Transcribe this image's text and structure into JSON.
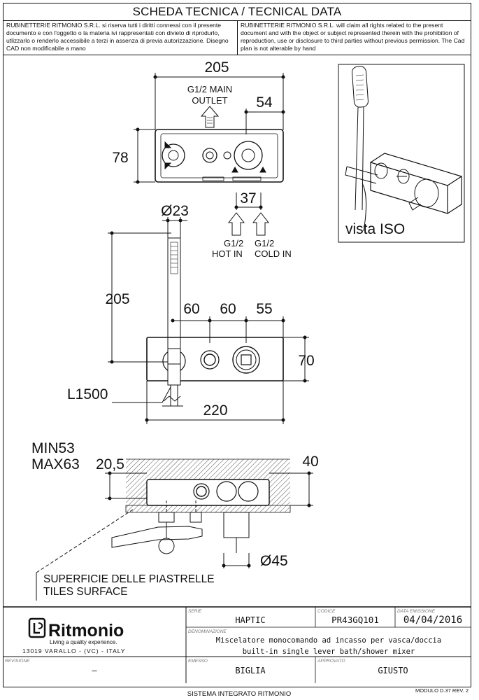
{
  "header": {
    "title": "SCHEDA TECNICA / TECNICAL DATA",
    "notice_it": "RUBINETTERIE RITMONIO S.R.L. si riserva tutti i diritti connessi con il presente documento e con l'oggetto o la materia ivi rappresentati con divieto di riprodurlo, utlizzarlo o renderlo accessibile a terzi in assenza di previa autorizzazione. Disegno CAD non modificabile a mano",
    "notice_en": "RUBINETTERIE RITMONIO S.R.L. will claim all rights related to the present document and with the object or subject represented therein with the prohibition  of reproduction, use or disclosure to third parties without previous permission.  The Cad plan is not alterable by hand"
  },
  "top_view": {
    "dim_width": "205",
    "dim_height": "78",
    "dim_offset_right": "54",
    "dim_inlets_spacing": "37",
    "main_outlet_line1": "G1/2  MAIN",
    "main_outlet_line2": "OUTLET",
    "hot_in_line1": "G1/2",
    "hot_in_line2": "HOT IN",
    "cold_in_line1": "G1/2",
    "cold_in_line2": "COLD IN"
  },
  "iso_view": {
    "label": "vista ISO"
  },
  "front_view": {
    "dim_handshower_diameter": "Ø23",
    "dim_handshower_height": "205",
    "dim_spacing_1": "60",
    "dim_spacing_2": "60",
    "dim_spacing_3": "55",
    "dim_plate_height": "70",
    "dim_plate_width": "220",
    "hose_length": "L1500"
  },
  "side_view": {
    "dim_min": "MIN53",
    "dim_max": "MAX63",
    "dim_depth": "20,5",
    "dim_right": "40",
    "dim_diameter": "Ø45",
    "surface_it": "SUPERFICIE DELLE PIASTRELLE",
    "surface_en": "TILES SURFACE"
  },
  "title_block": {
    "brand": "Ritmonio",
    "tagline": "Living a quality experience.",
    "address": "13019 VARALLO - (VC) - ITALY",
    "serie_caption": "SERIE",
    "serie": "HAPTIC",
    "codice_caption": "CODICE",
    "codice": "PR43GQ101",
    "data_caption": "DATA EMISSIONE",
    "data": "04/04/2016",
    "denominazione_caption": "DENOMINAZIONE",
    "denominazione_it": "Miscelatore monocomando ad incasso per vasca/doccia",
    "denominazione_en": "built-in single lever bath/shower mixer",
    "revisione_caption": "REVISIONE",
    "revisione": "—",
    "emesso_caption": "EMESSO",
    "emesso": "BIGLIA",
    "approvato_caption": "APPROVATO",
    "approvato": "GIUSTO"
  },
  "footer": {
    "system": "SISTEMA INTEGRATO RITMONIO",
    "module": "MODULO D.37 REV. 2"
  }
}
